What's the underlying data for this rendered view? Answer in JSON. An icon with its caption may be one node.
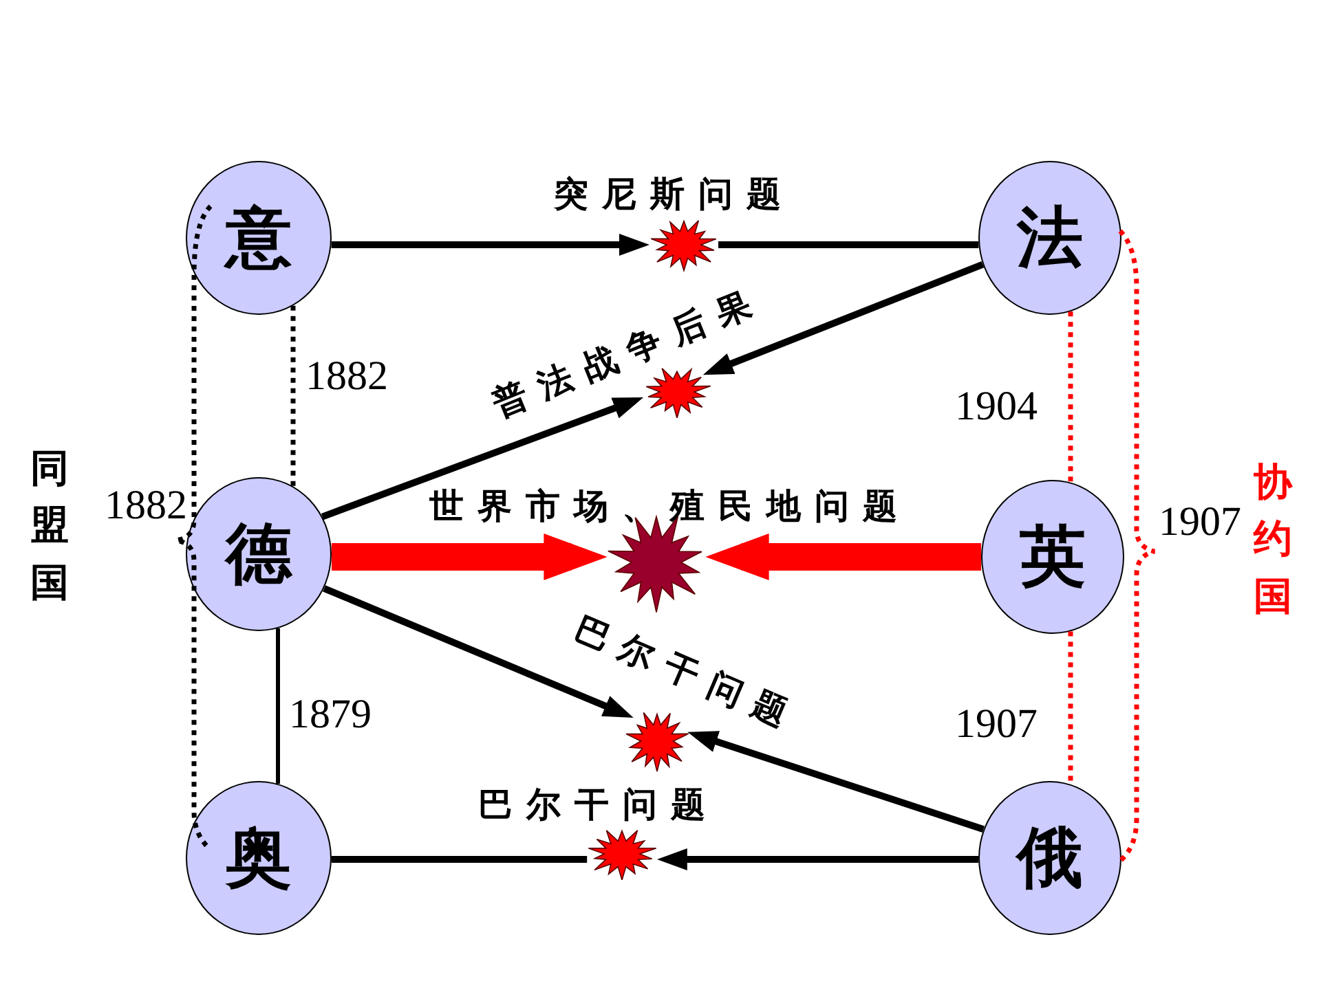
{
  "diagram": {
    "nodes": [
      {
        "text": [
          "意"
        ]
      },
      {
        "text": [],
        "shape": "star",
        "beside": [
          "突尼斯问题"
        ]
      },
      {
        "text": [
          "法"
        ]
      },
      {
        "text": [],
        "shape": "star",
        "beside": [
          "普法战争后果"
        ]
      },
      {
        "text": [
          "德"
        ]
      },
      {
        "text": [],
        "shape": "star",
        "beside": [
          "世界市场、殖民地问题"
        ]
      },
      {
        "text": [
          "英"
        ]
      },
      {
        "text": [],
        "shape": "star",
        "beside": [
          "巴尔干问题"
        ]
      },
      {
        "text": [
          "奥"
        ]
      },
      {
        "text": [],
        "shape": "star",
        "beside": [
          "巴尔干问题"
        ]
      },
      {
        "text": [
          "俄"
        ]
      }
    ],
    "edges": [
      {
        "from": 0,
        "to": 1,
        "arrow": "to"
      },
      {
        "from": 2,
        "to": 1,
        "arrow": "none"
      },
      {
        "from": 2,
        "to": 3,
        "arrow": "to"
      },
      {
        "from": 4,
        "to": 3,
        "arrow": "to"
      },
      {
        "from": 4,
        "to": 5,
        "arrow": "to",
        "style": "thick",
        "color": "#ff0000"
      },
      {
        "from": 6,
        "to": 5,
        "arrow": "to",
        "style": "thick",
        "color": "#ff0000"
      },
      {
        "from": 4,
        "to": 7,
        "arrow": "to"
      },
      {
        "from": 10,
        "to": 7,
        "arrow": "to"
      },
      {
        "from": 8,
        "to": 9,
        "arrow": "none"
      },
      {
        "from": 10,
        "to": 9,
        "arrow": "to"
      },
      {
        "from": 0,
        "to": 4,
        "arrow": "none",
        "style": "dashed",
        "label": "1882"
      },
      {
        "from": 4,
        "to": 8,
        "arrow": "none",
        "label": "1879"
      },
      {
        "from": 2,
        "to": 6,
        "arrow": "none",
        "style": "dashed",
        "color": "#ff0000",
        "label": "1904"
      },
      {
        "from": 6,
        "to": 10,
        "arrow": "none",
        "style": "dashed",
        "color": "#ff0000",
        "label": "1907"
      }
    ],
    "labels": [
      "同盟国",
      "1882",
      "1907",
      "协约国"
    ]
  }
}
